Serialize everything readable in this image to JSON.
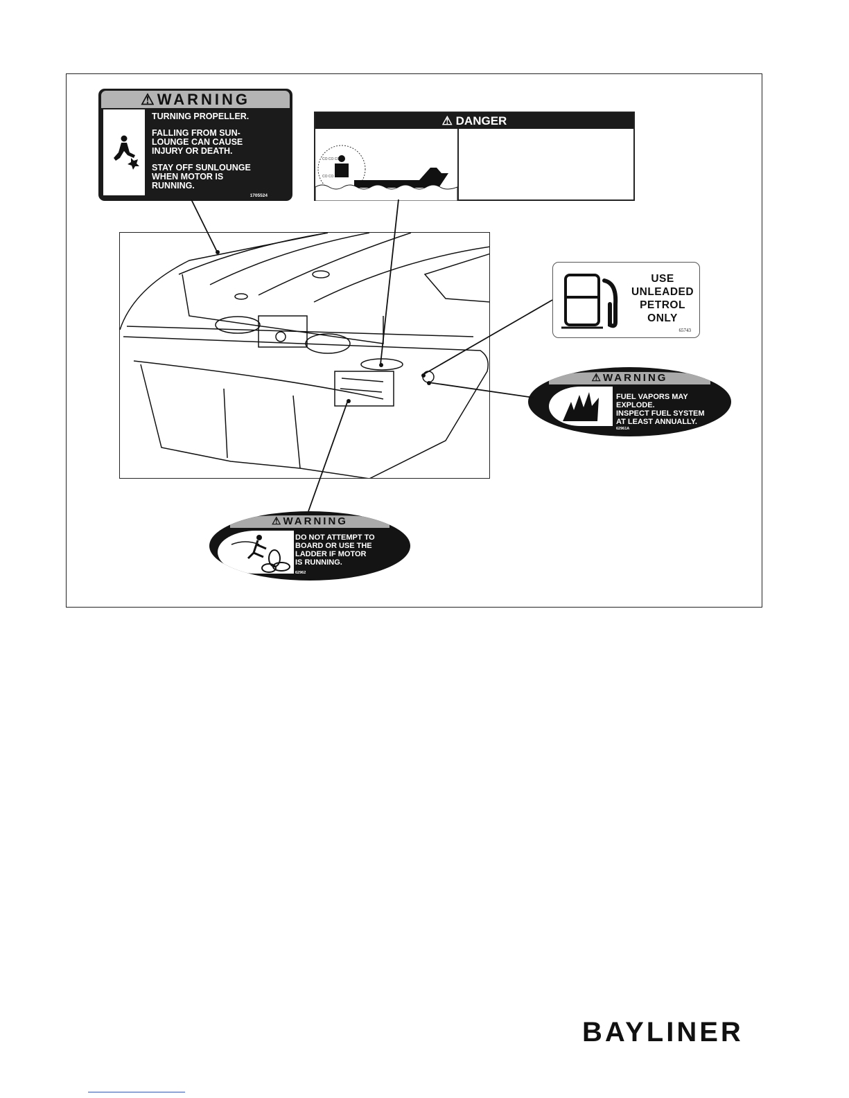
{
  "warning_label_1": {
    "header": "WARNING",
    "lines": [
      "TURNING PROPELLER.",
      "FALLING FROM SUN-\nLOUNGE CAN CAUSE\nINJURY OR DEATH.",
      "STAY OFF SUNLOUNGE\nWHEN MOTOR IS\nRUNNING."
    ],
    "code": "1705524"
  },
  "danger_label": {
    "header": "DANGER"
  },
  "fuel_label": {
    "text": "USE\nUNLEADED\nPETROL\nONLY",
    "code": "65743"
  },
  "warning_label_fuel": {
    "header": "WARNING",
    "text": "FUEL VAPORS MAY\nEXPLODE.\nINSPECT FUEL SYSTEM\nAT LEAST ANNUALLY.",
    "code": "62961A"
  },
  "warning_label_ladder": {
    "header": "WARNING",
    "text": "DO NOT ATTEMPT TO\nBOARD OR USE THE\nLADDER IF MOTOR\nIS RUNNING.",
    "code": "62962"
  },
  "brand": {
    "logo": "BAYLINER"
  },
  "icons": [
    "warning-triangle-icon",
    "fuel-pump-icon",
    "fire-icon",
    "propeller-icon"
  ]
}
